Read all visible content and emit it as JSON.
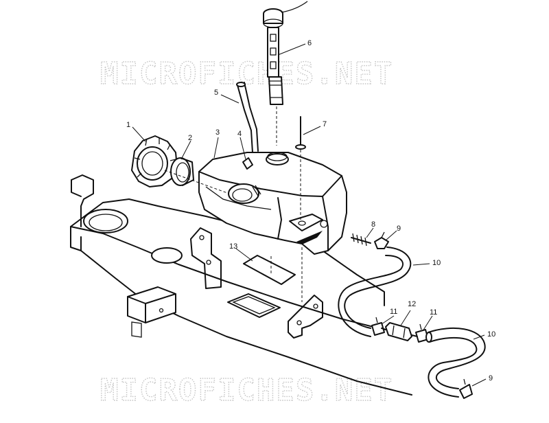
{
  "watermark": {
    "text": "MICROFICHES.NET"
  },
  "callouts": [
    {
      "id": "cap",
      "label": "1"
    },
    {
      "id": "gasket",
      "label": "2"
    },
    {
      "id": "tank",
      "label": "3"
    },
    {
      "id": "elbow",
      "label": "4"
    },
    {
      "id": "vent-hose",
      "label": "5"
    },
    {
      "id": "fuel-gauge",
      "label": "6"
    },
    {
      "id": "pin",
      "label": "7"
    },
    {
      "id": "petcock",
      "label": "8"
    },
    {
      "id": "clamp-a",
      "label": "9"
    },
    {
      "id": "hose-a",
      "label": "10"
    },
    {
      "id": "clamp-b",
      "label": "11"
    },
    {
      "id": "filter",
      "label": "12"
    },
    {
      "id": "clamp-c",
      "label": "11"
    },
    {
      "id": "hose-b",
      "label": "10"
    },
    {
      "id": "clamp-d",
      "label": "9"
    },
    {
      "id": "pad",
      "label": "13"
    }
  ]
}
